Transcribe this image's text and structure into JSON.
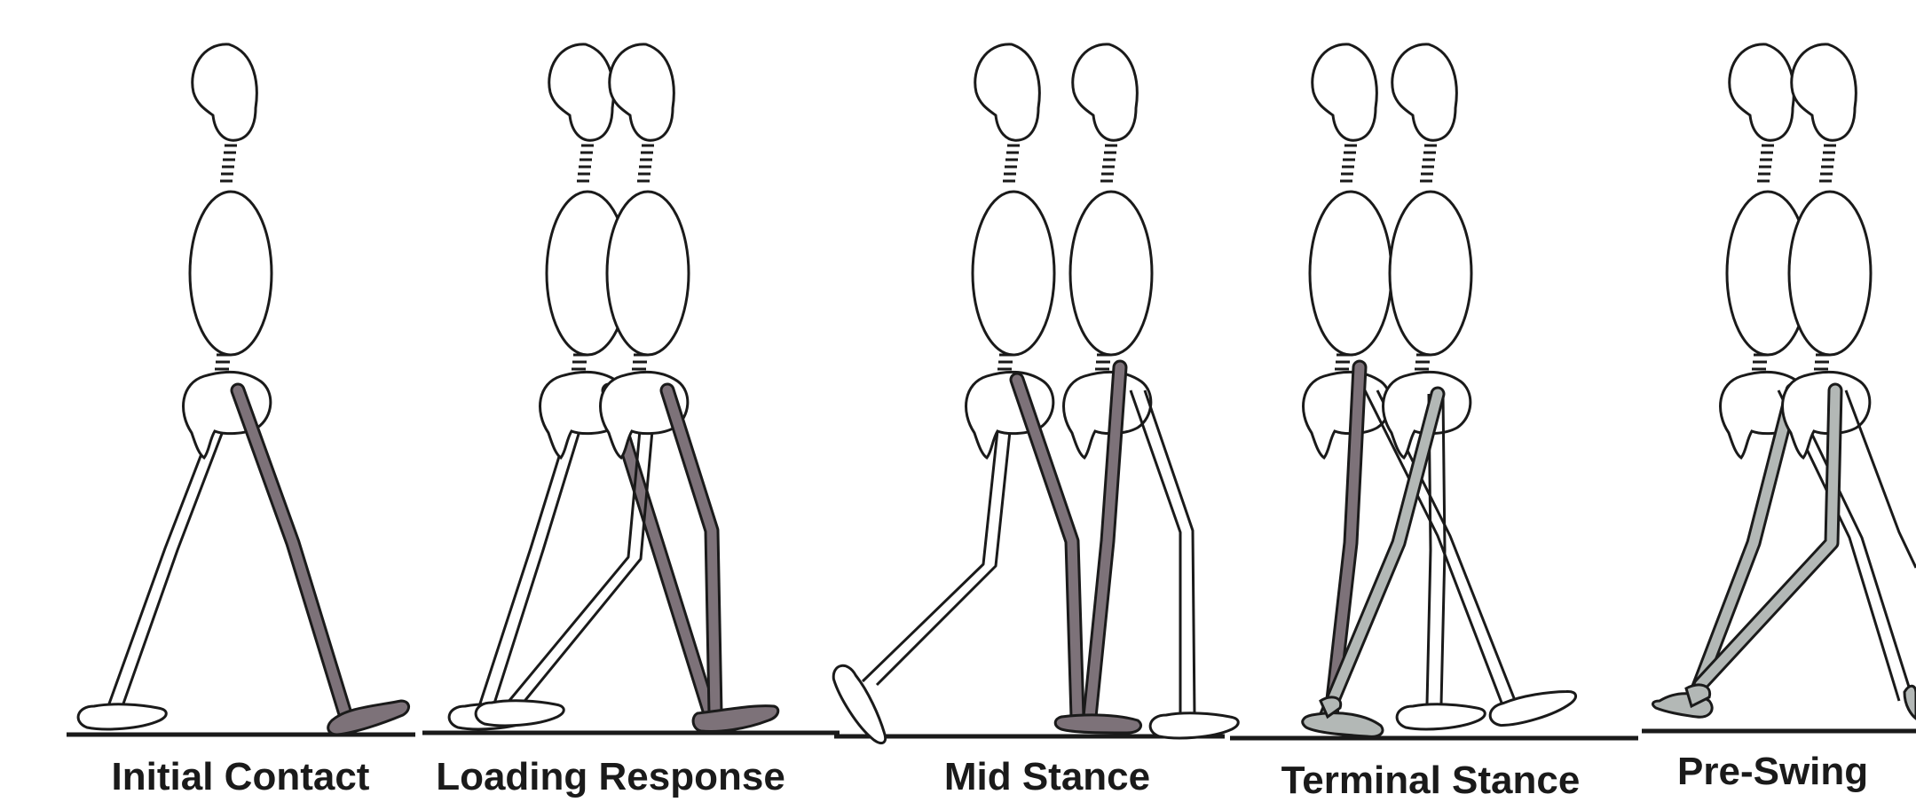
{
  "diagram": {
    "phases": [
      {
        "label": "Initial Contact",
        "stage": "initial-contact"
      },
      {
        "label": "Loading Response",
        "stage": "loading-response"
      },
      {
        "label": "Mid Stance",
        "stage": "mid-stance"
      },
      {
        "label": "Terminal Stance",
        "stage": "terminal-stance"
      },
      {
        "label": "Pre-Swing",
        "stage": "pre-swing"
      }
    ],
    "colors": {
      "outline": "#1a1a1a",
      "stance_leg_dark": "#7d7279",
      "stance_leg_light": "#b3b8b6",
      "ground": "#1a1a1a",
      "background": "#ffffff"
    }
  }
}
